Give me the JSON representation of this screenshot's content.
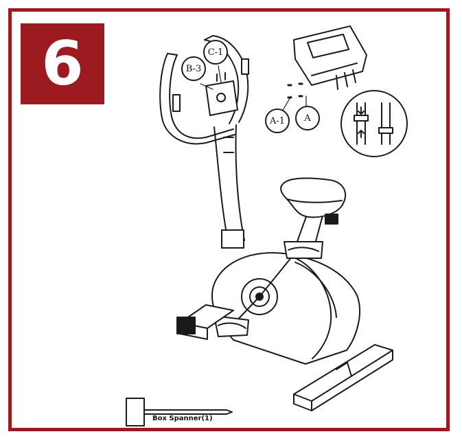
{
  "step": {
    "number": "6"
  },
  "callouts": {
    "b3": "B-3",
    "c1": "C-1",
    "a1": "A-1",
    "a": "A"
  },
  "tool": {
    "label": "Box Spanner(1)"
  },
  "colors": {
    "accent": "#9b1b20",
    "line": "#1a1a1a"
  }
}
